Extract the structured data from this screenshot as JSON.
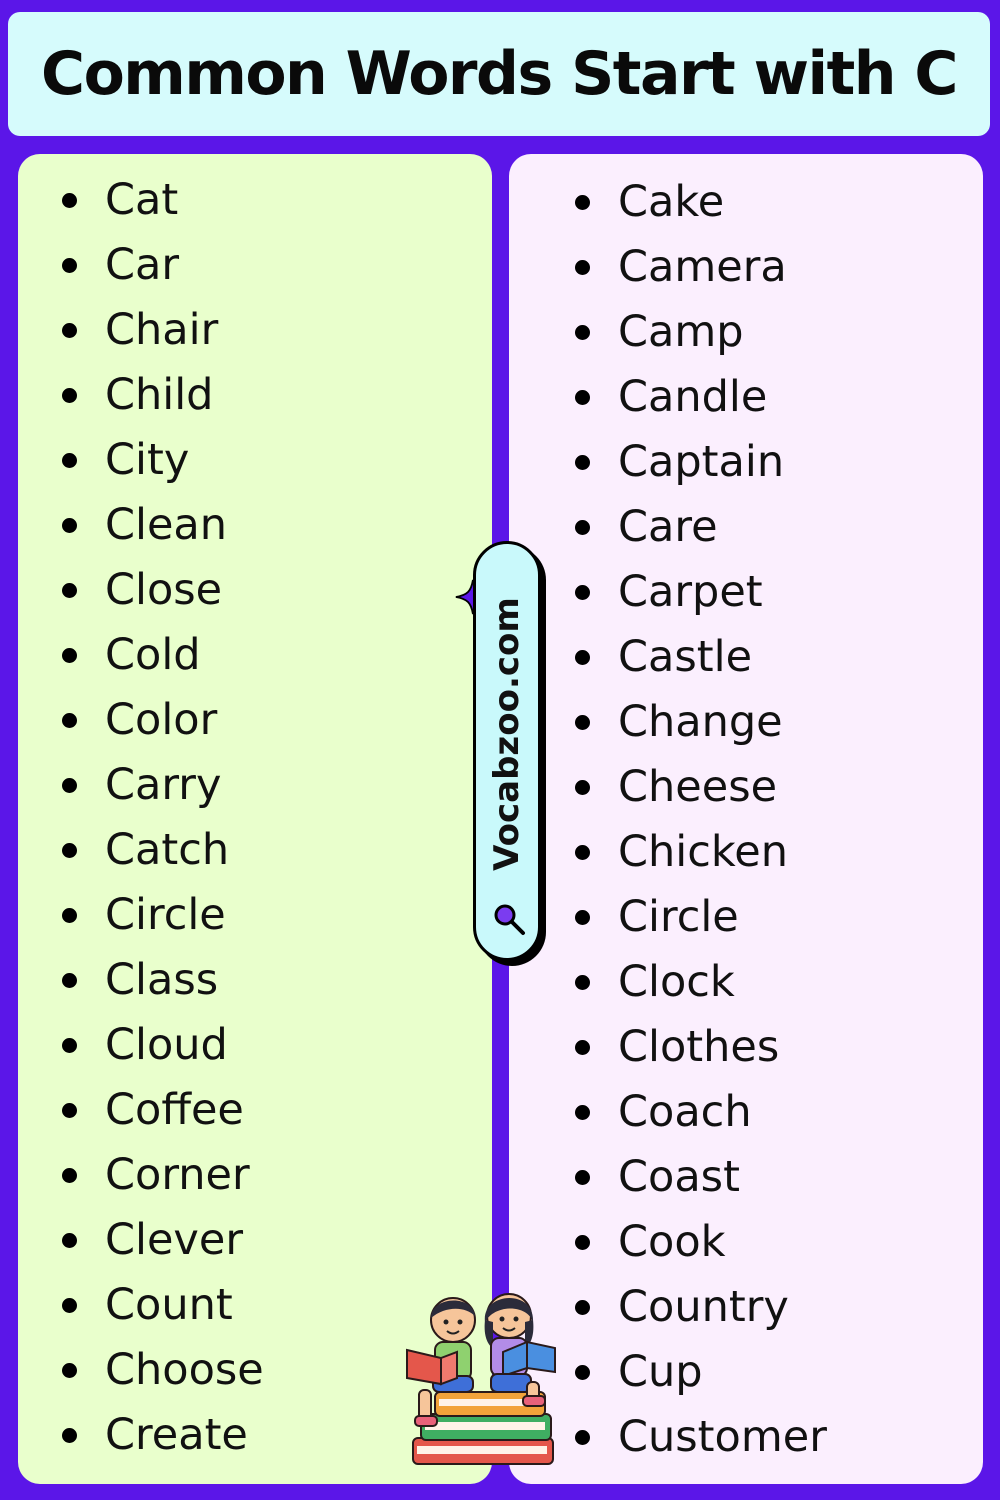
{
  "title": "Common Words Start with C",
  "watermark": "Vocabzoo.com",
  "left_words": [
    "Cat",
    "Car",
    "Chair",
    "Child",
    "City",
    "Clean",
    "Close",
    "Cold",
    "Color",
    "Carry",
    "Catch",
    "Circle",
    "Class",
    "Cloud",
    "Coffee",
    "Corner",
    "Clever",
    "Count",
    "Choose",
    "Create"
  ],
  "right_words": [
    "Cake",
    "Camera",
    "Camp",
    "Candle",
    "Captain",
    "Care",
    "Carpet",
    "Castle",
    "Change",
    "Cheese",
    "Chicken",
    "Circle",
    "Clock",
    "Clothes",
    "Coach",
    "Coast",
    "Cook",
    "Country",
    "Cup",
    "Customer"
  ],
  "colors": {
    "background": "#5b16e8",
    "title_box": "#d6fbfc",
    "left_panel": "#e9ffcc",
    "right_panel": "#fbeffe",
    "pill": "#c9f9fb"
  },
  "icons": [
    "magnifier-icon",
    "sparkle-icon",
    "kids-reading-books-illustration"
  ]
}
